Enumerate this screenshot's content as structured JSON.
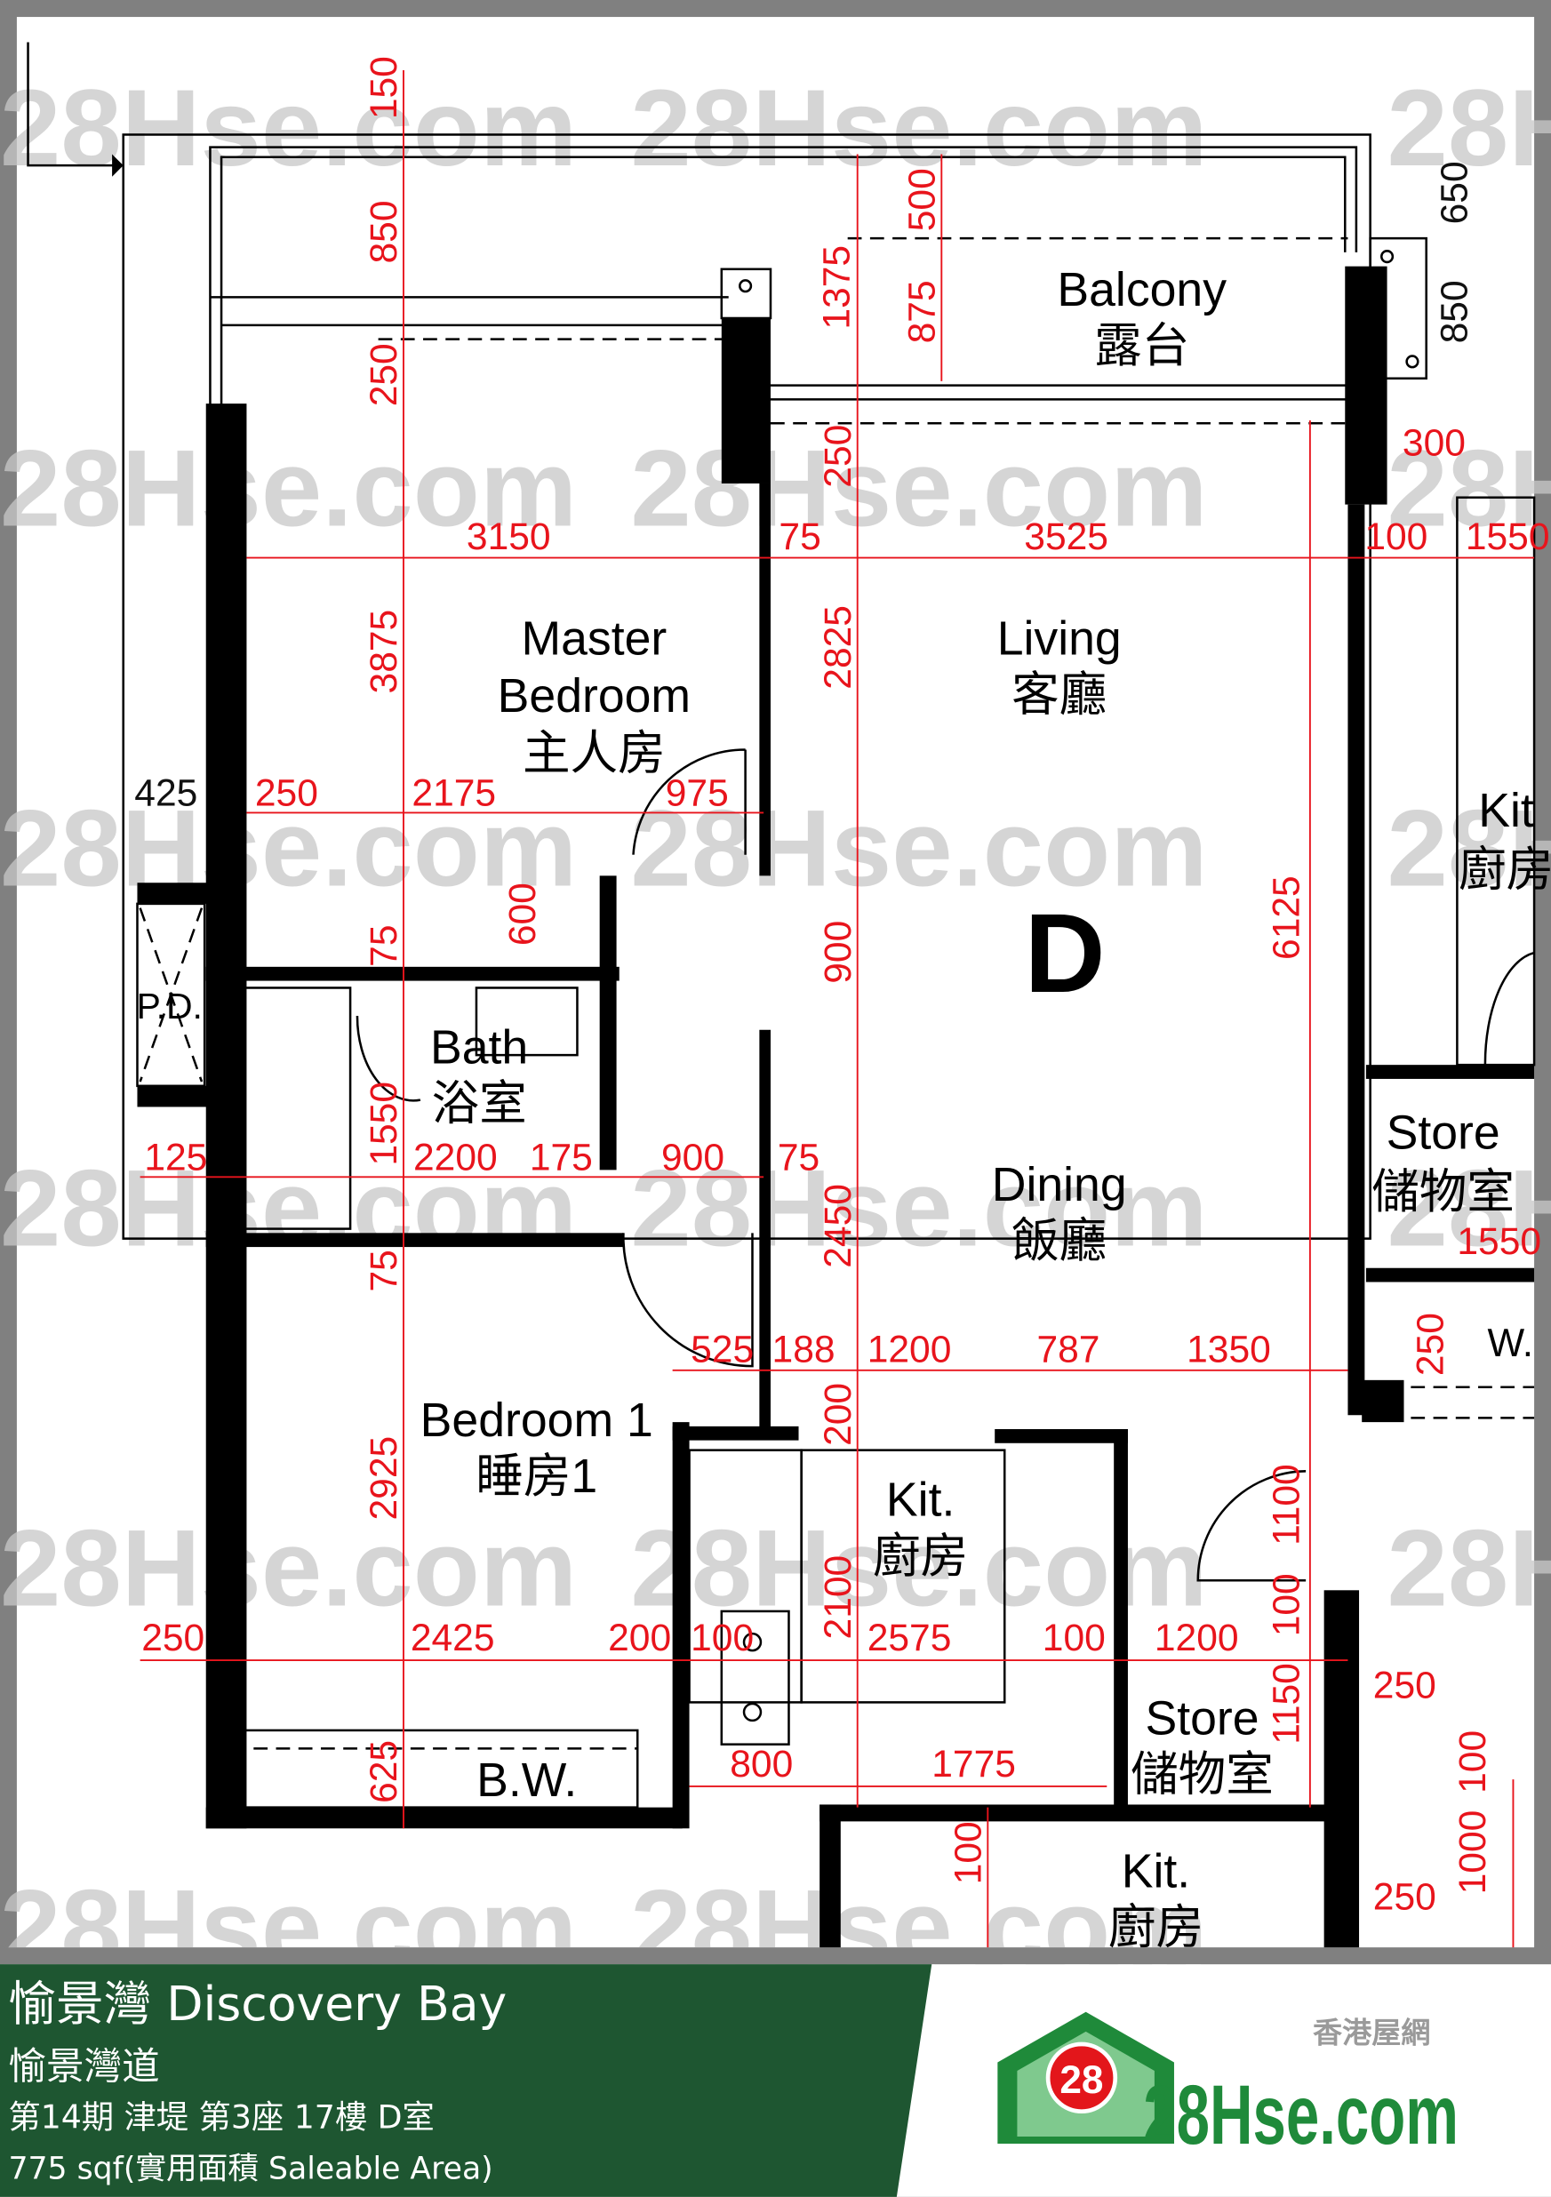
{
  "watermark": "28Hse.com",
  "watermark_badge": "28",
  "unit_letter": "D",
  "rooms": {
    "balcony_en": "Balcony",
    "balcony_zh": "露台",
    "master_en1": "Master",
    "master_en2": "Bedroom",
    "master_zh": "主人房",
    "living_en": "Living",
    "living_zh": "客廳",
    "bath_en": "Bath",
    "bath_zh": "浴室",
    "pd": "P.D.",
    "dining_en": "Dining",
    "dining_zh": "飯廳",
    "bed1_en": "Bedroom 1",
    "bed1_zh": "睡房1",
    "kit_en": "Kit.",
    "kit_zh": "廚房",
    "bw": "B.W.",
    "store_en": "Store",
    "store_zh": "儲物室",
    "store2_en": "Store",
    "store2_zh": "儲物室",
    "kit2_en": "Kit.",
    "kit2_zh": "廚房",
    "kit3_en": "Kit",
    "kit3_zh": "廚房",
    "w": "W."
  },
  "dims": {
    "v150": "150",
    "v850a": "850",
    "v250a": "250",
    "v1375": "1375",
    "v500": "500",
    "v875": "875",
    "v250b": "250",
    "v3875": "3875",
    "v2825": "2825",
    "v6125": "6125",
    "v600": "600",
    "v75a": "75",
    "v900": "900",
    "v1550": "1550",
    "v2450": "2450",
    "v75b": "75",
    "v2925": "2925",
    "v200": "200",
    "v2100": "2100",
    "v625": "625",
    "v1100": "1100",
    "v100a": "100",
    "v1150": "1150",
    "v100b": "100",
    "v650": "650",
    "v850b": "850",
    "v250c": "250",
    "v100c": "100",
    "v1000": "1000",
    "h3150": "3150",
    "h75a": "75",
    "h3525": "3525",
    "h100a": "100",
    "h1550a": "1550",
    "h300": "300",
    "h425": "425",
    "h250a": "250",
    "h2175": "2175",
    "h975": "975",
    "h125": "125",
    "h2200": "2200",
    "h175": "175",
    "h900": "900",
    "h75b": "75",
    "h1550b": "1550",
    "h525": "525",
    "h188": "188",
    "h1200a": "1200",
    "h787": "787",
    "h1350": "1350",
    "h250b": "250",
    "h2425": "2425",
    "h200": "200",
    "h100b": "100",
    "h2575": "2575",
    "h100c": "100",
    "h1200b": "1200",
    "h250c": "250",
    "h800": "800",
    "h1775": "1775",
    "h250d": "250"
  },
  "banner": {
    "title": "愉景灣 Discovery Bay",
    "street": "愉景灣道",
    "unit": "第14期 津堤 第3座 17樓 D室",
    "area": "775 sqf(實用面積 Saleable Area)",
    "bg_color": "#1e5631"
  },
  "logo": {
    "badge": "28",
    "name": "28Hse.com",
    "tagline": "香港屋網",
    "color": "#1f8a3a",
    "badge_color": "#e3161b"
  }
}
